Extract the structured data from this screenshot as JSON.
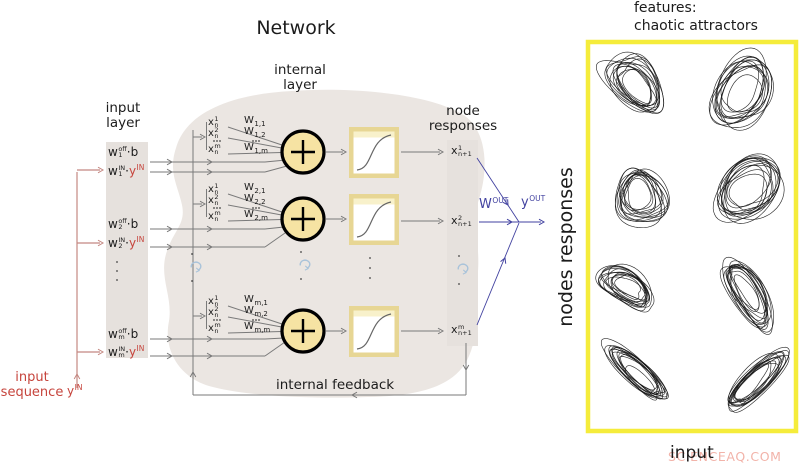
{
  "title": "Network",
  "internal_layer": [
    "internal",
    "layer"
  ],
  "input_layer": [
    "input",
    "layer"
  ],
  "node_responses": [
    "node",
    "responses"
  ],
  "internal_feedback": "internal feedback",
  "input_sequence": [
    "input",
    "sequence"
  ],
  "y_in_axis": {
    "base": "y",
    "sup": "IN"
  },
  "w_out": {
    "base": "W",
    "sup": "OUT"
  },
  "y_out": {
    "base": "y",
    "sup": "OUT"
  },
  "features": [
    "features:",
    "chaotic attractors"
  ],
  "side_label": "nodes responses",
  "bottom_label": "input",
  "watermark": "SCIENCEAQ.COM",
  "input_rows": [
    {
      "off": {
        "base": "w",
        "sup": "off",
        "sub": "1",
        "rest": "·b"
      },
      "win": {
        "base": "w",
        "sup": "IN",
        "sub": "1",
        "rest": "·"
      },
      "yin": {
        "base": "y",
        "sup": "IN"
      }
    },
    {
      "off": {
        "base": "w",
        "sup": "off",
        "sub": "2",
        "rest": "·b"
      },
      "win": {
        "base": "w",
        "sup": "IN",
        "sub": "2",
        "rest": "·"
      },
      "yin": {
        "base": "y",
        "sup": "IN"
      }
    },
    {
      "off": {
        "base": "w",
        "sup": "off",
        "sub": "m",
        "rest": "·b"
      },
      "win": {
        "base": "w",
        "sup": "IN",
        "sub": "m",
        "rest": "·"
      },
      "yin": {
        "base": "y",
        "sup": "IN"
      }
    }
  ],
  "groups": [
    {
      "x": [
        {
          "base": "x",
          "sup": "1",
          "sub": "n"
        },
        {
          "base": "x",
          "sup": "2",
          "sub": "n"
        },
        {
          "base": "x",
          "sup": "m",
          "sub": "n"
        }
      ],
      "w": [
        {
          "base": "W",
          "sub": "1,1"
        },
        {
          "base": "W",
          "sub": "1,2"
        },
        {
          "base": "W",
          "sub": "1,m"
        }
      ]
    },
    {
      "x": [
        {
          "base": "x",
          "sup": "1",
          "sub": "n"
        },
        {
          "base": "x",
          "sup": "2",
          "sub": "n"
        },
        {
          "base": "x",
          "sup": "m",
          "sub": "n"
        }
      ],
      "w": [
        {
          "base": "W",
          "sub": "2,1"
        },
        {
          "base": "W",
          "sub": "2,2"
        },
        {
          "base": "W",
          "sub": "2,m"
        }
      ]
    },
    {
      "x": [
        {
          "base": "x",
          "sup": "1",
          "sub": "n"
        },
        {
          "base": "x",
          "sup": "2",
          "sub": "n"
        },
        {
          "base": "x",
          "sup": "m",
          "sub": "n"
        }
      ],
      "w": [
        {
          "base": "W",
          "sub": "m,1"
        },
        {
          "base": "W",
          "sub": "m,2"
        },
        {
          "base": "W",
          "sub": "m,m"
        }
      ]
    }
  ],
  "responses": [
    {
      "base": "x",
      "sup": "1",
      "sub": "n+1"
    },
    {
      "base": "x",
      "sup": "2",
      "sub": "n+1"
    },
    {
      "base": "x",
      "sup": "m",
      "sub": "n+1"
    }
  ],
  "colors": {
    "red_text": "#c6443c",
    "red_line": "#c48882",
    "blue": "#4242a0",
    "yellow_border": "#f5ec3b",
    "circle_fill": "#f6e3a3",
    "box_frame": "#e7d694",
    "box_band": "#f8f1cb",
    "blob": "#ebe6e2",
    "column": "#e6e1dd",
    "line": "#7a7a7a",
    "loop_icon": "#a9c3da",
    "watermark": "#f2b3a9",
    "attractor": "#161616"
  }
}
